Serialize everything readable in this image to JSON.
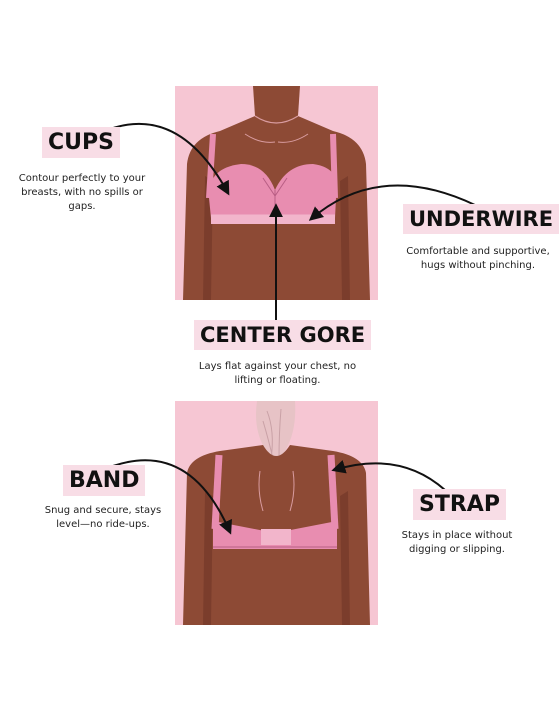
{
  "colors": {
    "panel_bg": "#f6c6d3",
    "label_bg": "#f8dde6",
    "skin": "#8d4a35",
    "bra_pink": "#e88db0",
    "bra_light": "#f2b5cb",
    "arrow": "#111111"
  },
  "callouts": {
    "cups": {
      "title": "CUPS",
      "desc_line1": "Contour perfectly to your",
      "desc_line2": "breasts, with no spills or gaps."
    },
    "underwire": {
      "title": "UNDERWIRE",
      "desc_line1": "Comfortable and supportive,",
      "desc_line2": "hugs without pinching."
    },
    "center_gore": {
      "title": "CENTER GORE",
      "desc_line1": "Lays flat against your chest, no",
      "desc_line2": "lifting or floating."
    },
    "band": {
      "title": "BAND",
      "desc_line1": "Snug and secure, stays",
      "desc_line2": "level—no ride-ups."
    },
    "strap": {
      "title": "STRAP",
      "desc_line1": "Stays in place without",
      "desc_line2": "digging or slipping."
    }
  },
  "illustrations": [
    {
      "view": "front",
      "icon": "bra-front-illustration"
    },
    {
      "view": "back",
      "icon": "bra-back-illustration"
    }
  ]
}
